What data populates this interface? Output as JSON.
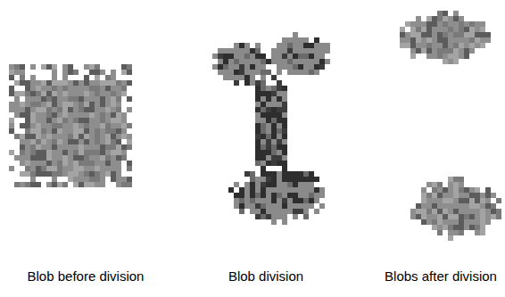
{
  "diagram": {
    "labels": [
      "Blob before division",
      "Blob division",
      "Blobs after division"
    ]
  }
}
